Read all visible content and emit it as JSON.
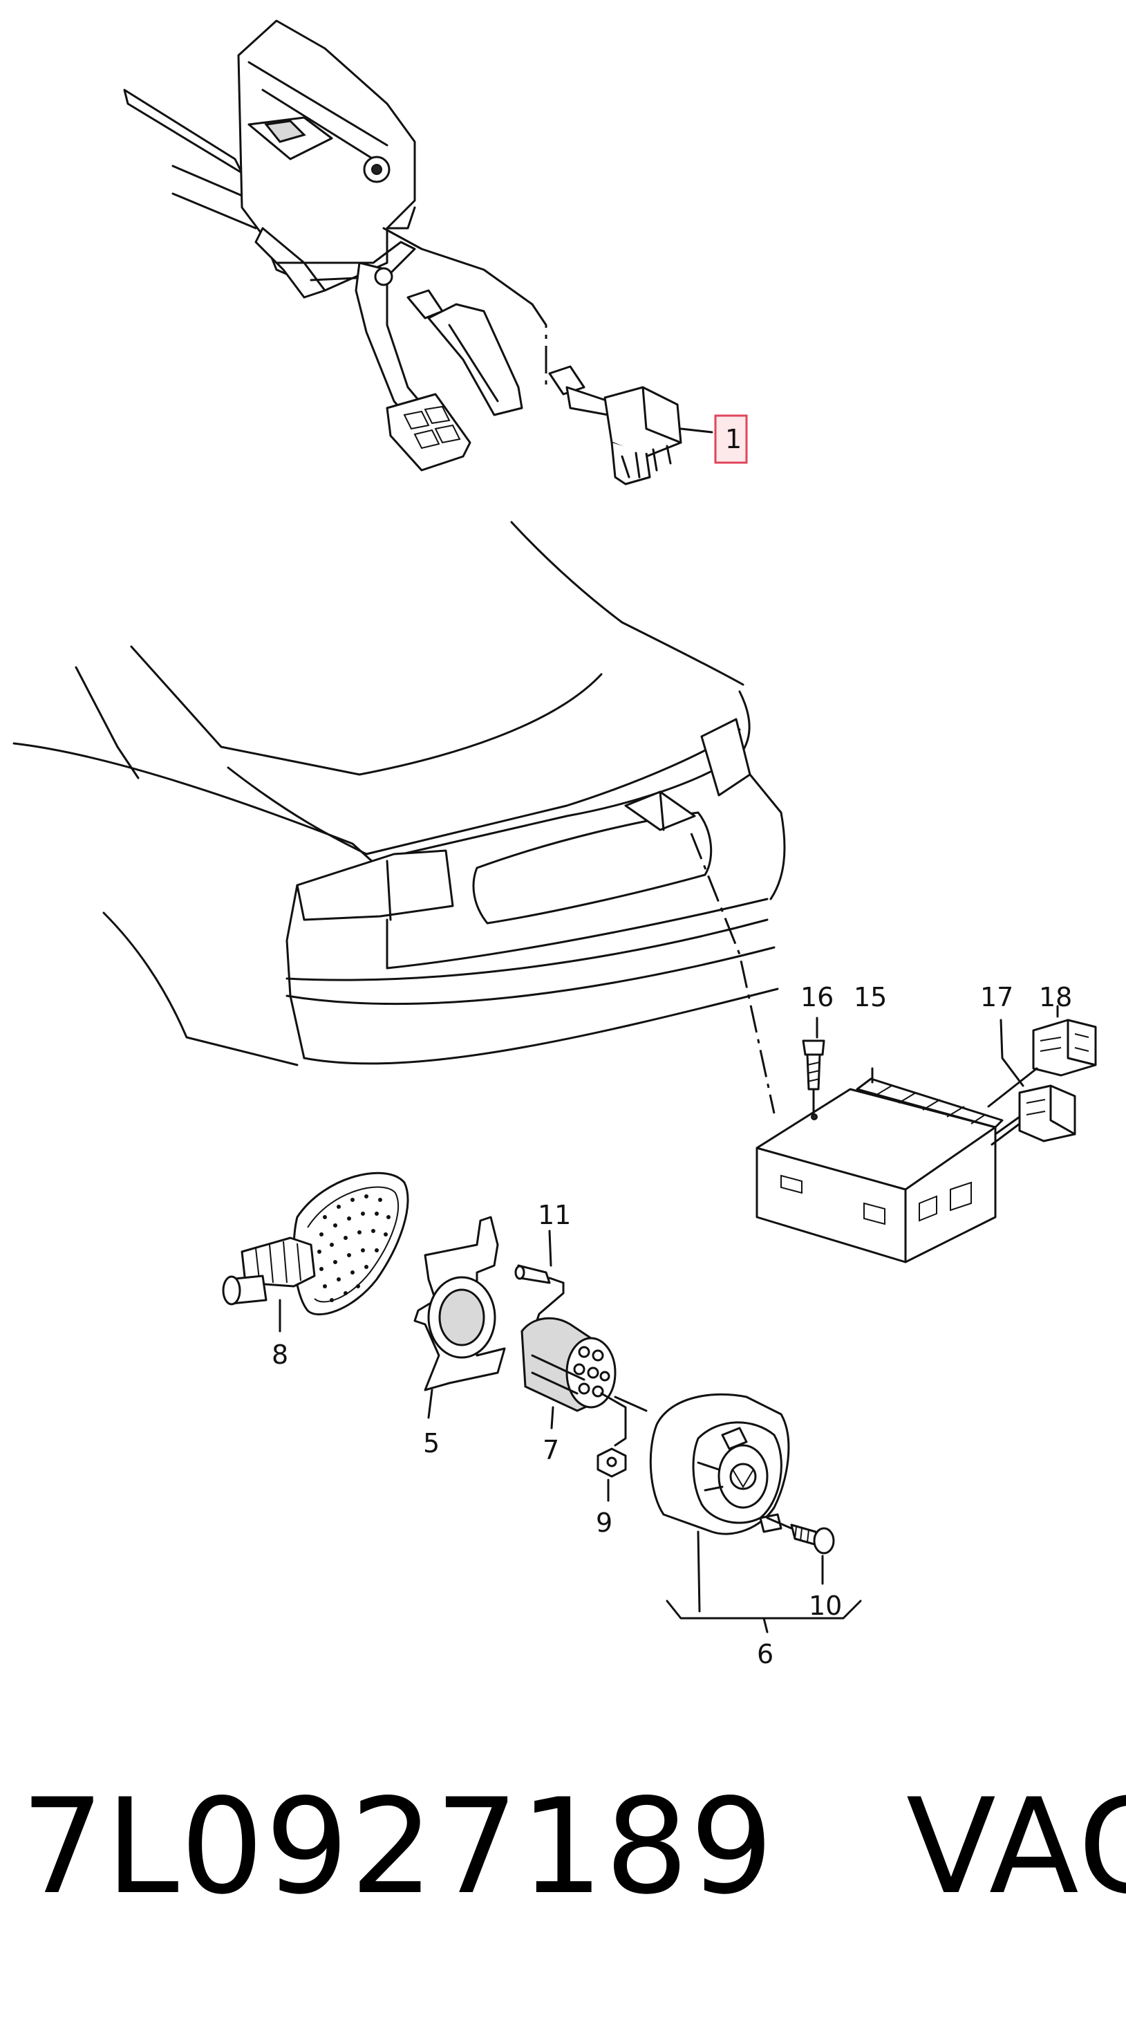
{
  "callouts": {
    "c1": "1",
    "c5": "5",
    "c6": "6",
    "c7": "7",
    "c8": "8",
    "c9": "9",
    "c10": "10",
    "c11": "11",
    "c15": "15",
    "c16": "16",
    "c17": "17",
    "c18": "18"
  },
  "highlighted_callout": "1",
  "colors": {
    "highlight_fill": "#fde8ea",
    "highlight_stroke": "#e0455a",
    "line": "#111111"
  },
  "footer": {
    "part_number": "7L0927189",
    "brand": "VAG"
  }
}
